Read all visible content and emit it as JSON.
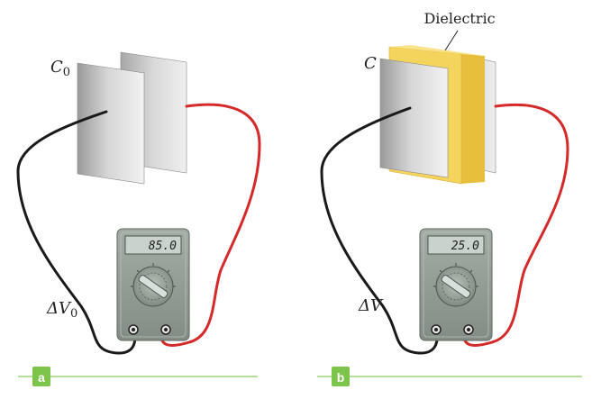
{
  "panels": [
    {
      "id": "a",
      "tag": "a",
      "capacitor_label": "C",
      "capacitor_subscript": "0",
      "voltage_prefix": "ΔV",
      "voltage_subscript": "0",
      "meter_reading": "85.0",
      "has_dielectric": false
    },
    {
      "id": "b",
      "tag": "b",
      "capacitor_label": "C",
      "capacitor_subscript": "",
      "voltage_prefix": "ΔV",
      "voltage_subscript": "",
      "meter_reading": "25.0",
      "has_dielectric": true
    }
  ],
  "dielectric_label": "Dielectric",
  "colors": {
    "wire_black": "#1a1a1a",
    "wire_red": "#d42a2a",
    "dielectric_yellow": "#f5d45e",
    "meter_body": "#8f9a91",
    "lcd": "#c9d2cd",
    "tag_green": "#7cc44a",
    "baseline_green": "#9cd67a"
  }
}
